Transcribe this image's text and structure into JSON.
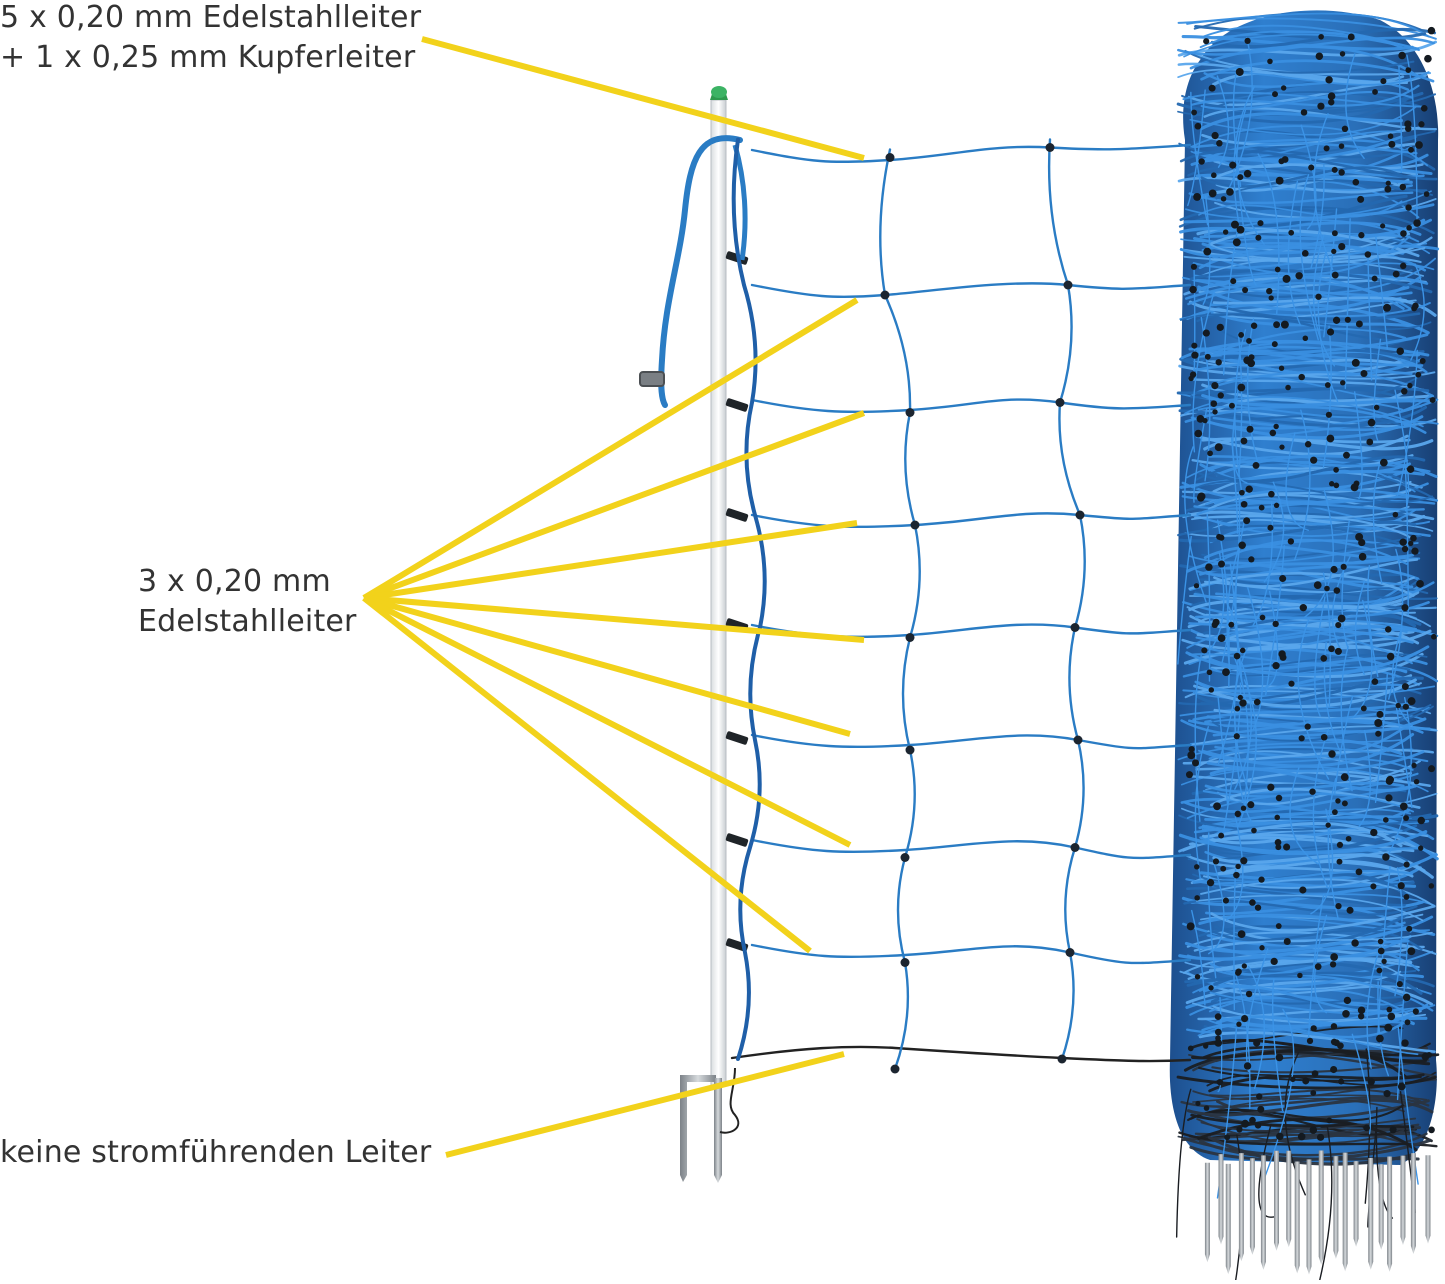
{
  "labels": {
    "top": {
      "line1": "5 x 0,20 mm Edelstahlleiter",
      "line2": "+ 1 x 0,25 mm Kupferleiter"
    },
    "middle": {
      "line1": "3 x 0,20 mm",
      "line2": "Edelstahlleiter"
    },
    "bottom": {
      "line1": "keine stromführenden Leiter"
    }
  },
  "colors": {
    "leader_line": "#f2d21b",
    "net_blue": "#2a7cc4",
    "net_dark_blue": "#1f5fa8",
    "bottom_wire": "#222222",
    "post": "#f2f4f4",
    "post_cap": "#2e9a4e",
    "spike": "#9aa0a6",
    "text": "#333333"
  },
  "icons": {
    "post": "fence-post-icon",
    "roll": "net-roll-icon",
    "clip": "insulator-clip-icon"
  }
}
